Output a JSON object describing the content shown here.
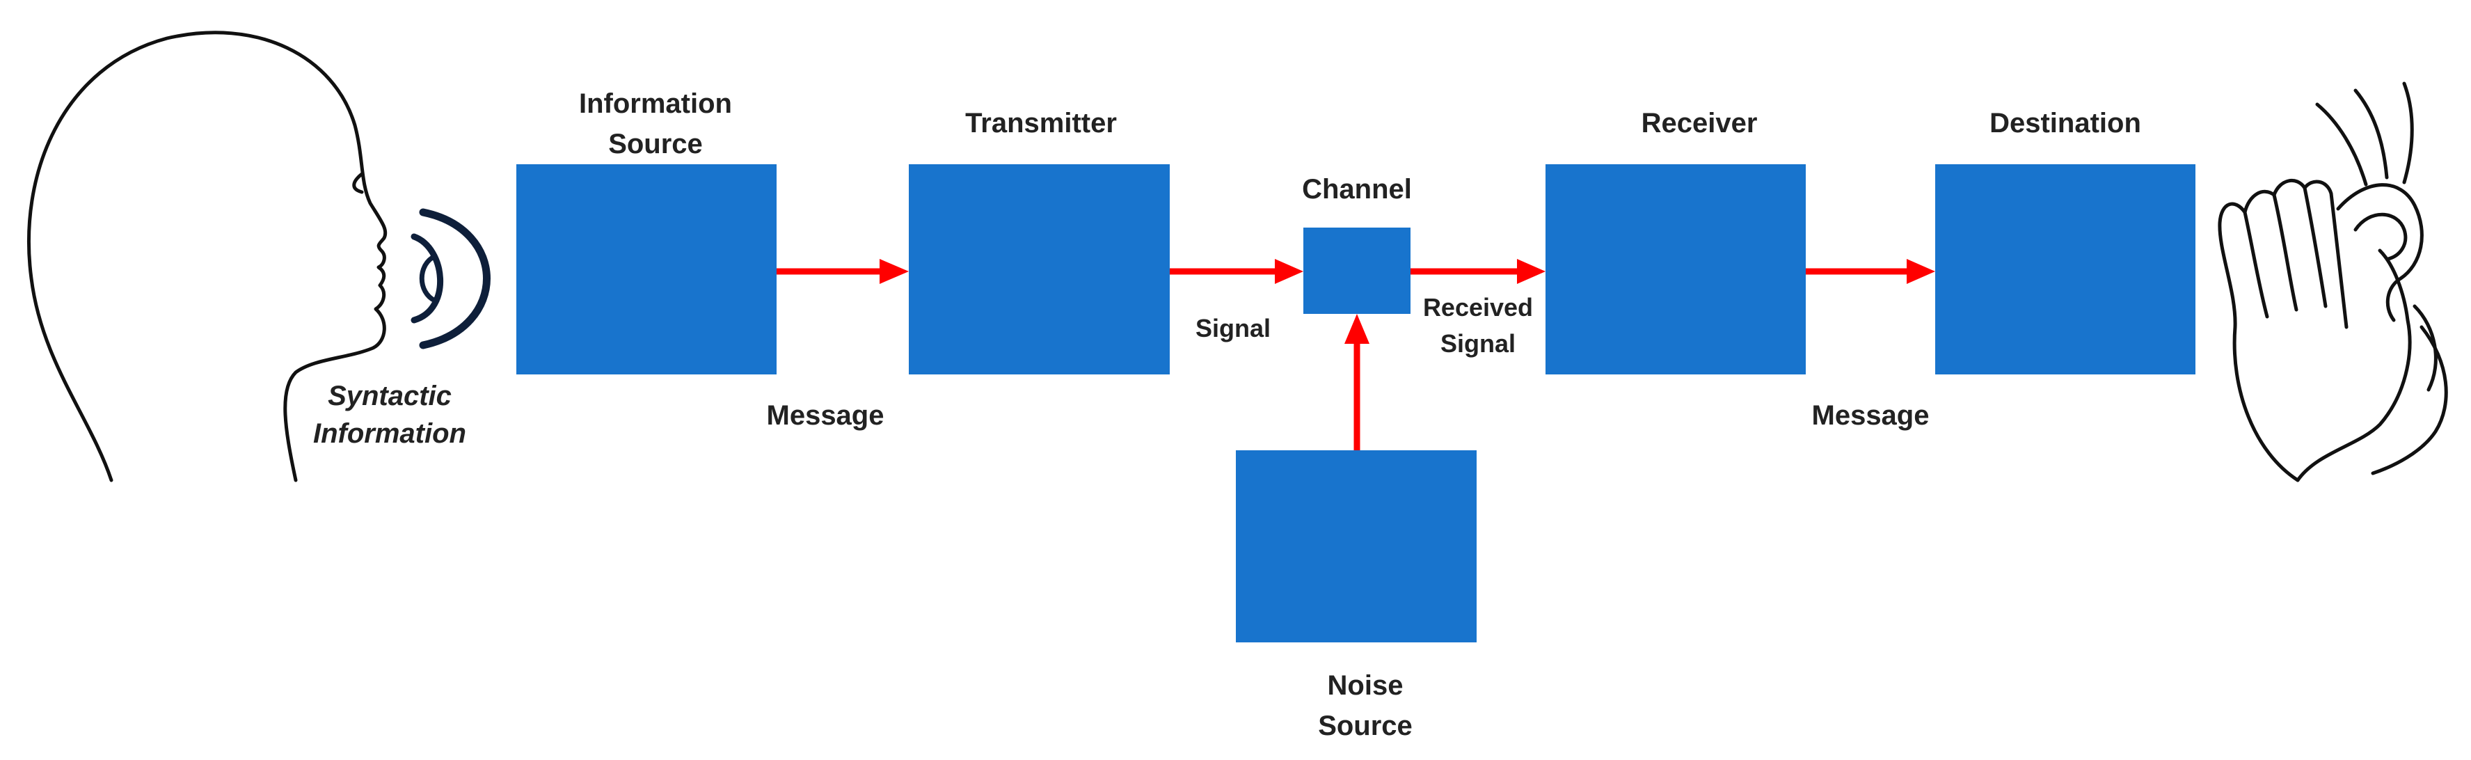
{
  "colors": {
    "block": "#1874CD",
    "arrow": "#FF0000",
    "text": "#222222",
    "wave": "#0E1F3A"
  },
  "speaker": {
    "icon": "speaking-head-icon",
    "caption_line1": "Syntactic",
    "caption_line2": "Information"
  },
  "listener": {
    "icon": "listening-ear-hand-icon"
  },
  "blocks": {
    "information_source": {
      "line1": "Information",
      "line2": "Source"
    },
    "transmitter": {
      "label": "Transmitter"
    },
    "channel": {
      "label": "Channel"
    },
    "receiver": {
      "label": "Receiver"
    },
    "destination": {
      "label": "Destination"
    },
    "noise_source": {
      "line1": "Noise",
      "line2": "Source"
    }
  },
  "edges": {
    "source_to_transmitter": "Message",
    "transmitter_to_channel": "Signal",
    "channel_to_receiver_line1": "Received",
    "channel_to_receiver_line2": "Signal",
    "receiver_to_destination": "Message"
  }
}
